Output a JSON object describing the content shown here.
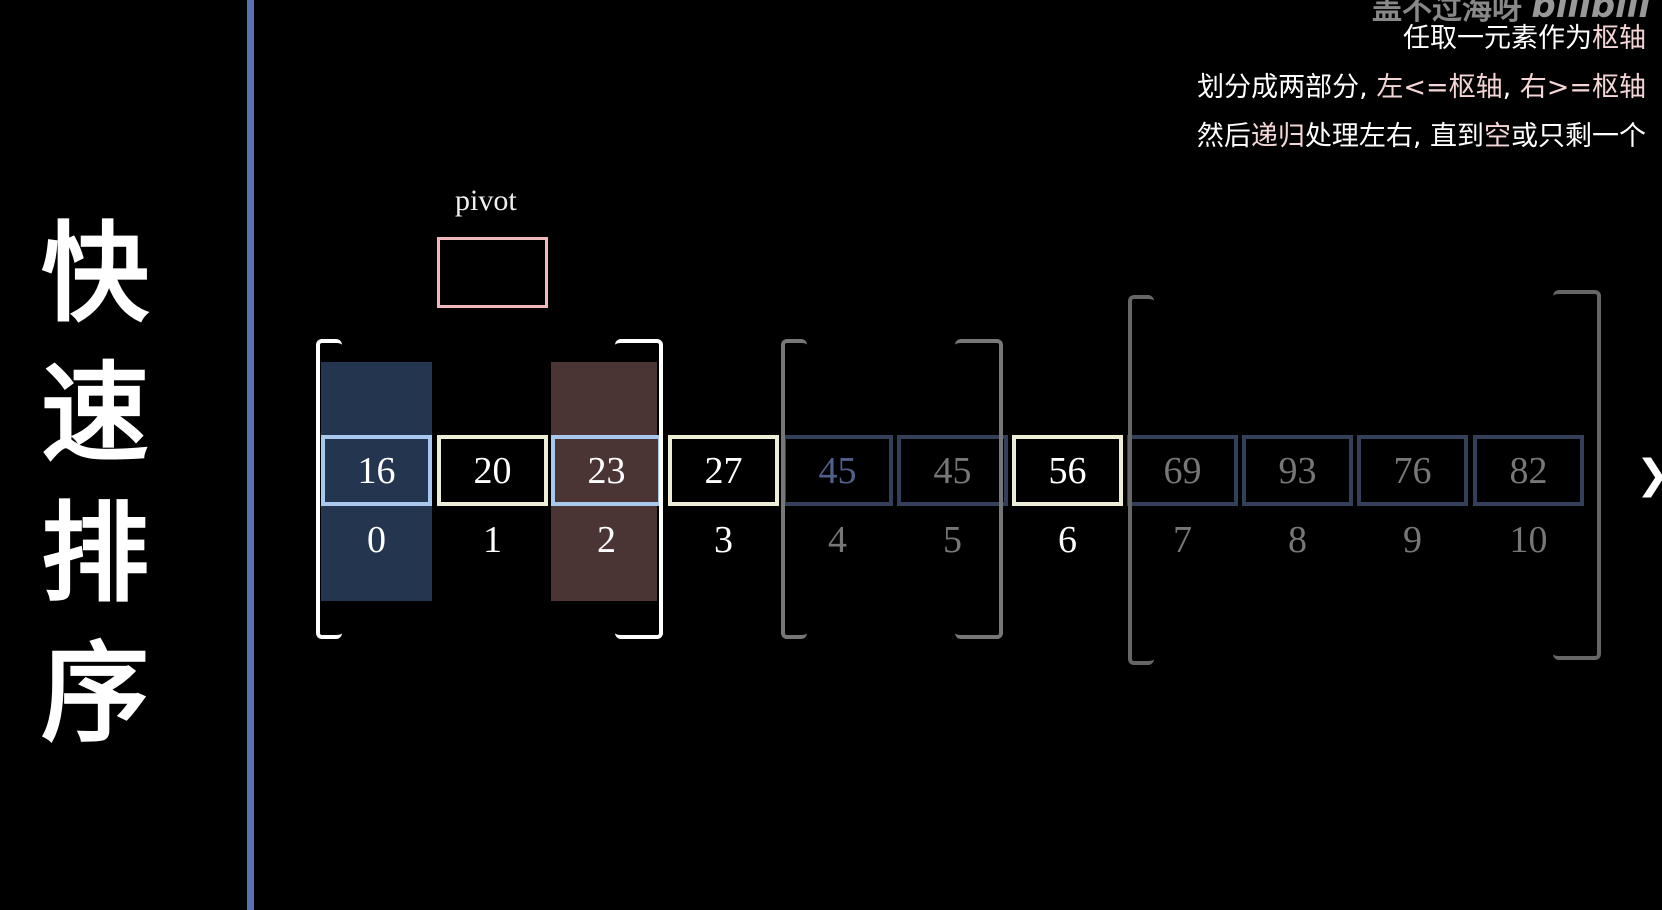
{
  "title": [
    "快",
    "速",
    "排",
    "序"
  ],
  "watermark": "盖不过海呀",
  "logo": "bilibili",
  "notes": [
    [
      {
        "t": "任取一元素作为",
        "p": false
      },
      {
        "t": "枢轴",
        "p": true
      }
    ],
    [
      {
        "t": "划分成两部分, ",
        "p": false
      },
      {
        "t": "左<=枢轴",
        "p": true
      },
      {
        "t": ", ",
        "p": false
      },
      {
        "t": "右>=枢轴",
        "p": true
      }
    ],
    [
      {
        "t": "然后",
        "p": false
      },
      {
        "t": "递归",
        "p": true
      },
      {
        "t": "处理左右, 直到",
        "p": false
      },
      {
        "t": "空",
        "p": true
      },
      {
        "t": "或只剩一个",
        "p": false
      }
    ]
  ],
  "pivot_label": "pivot",
  "array": {
    "values": [
      "16",
      "20",
      "23",
      "27",
      "45",
      "45",
      "56",
      "69",
      "93",
      "76",
      "82"
    ],
    "indices": [
      "0",
      "1",
      "2",
      "3",
      "4",
      "5",
      "6",
      "7",
      "8",
      "9",
      "10"
    ],
    "states": [
      "left",
      "active",
      "right",
      "active",
      "dim-blue",
      "dim",
      "active",
      "dim",
      "dim",
      "dim",
      "dim"
    ]
  },
  "colors": {
    "left_highlight": "#243550",
    "right_highlight": "#4a3434",
    "active_border": "#eeeed6",
    "pointer_border": "#a8c8f0",
    "pivot_border": "#f0b8bc"
  },
  "next_icon": "chevron-right-icon"
}
